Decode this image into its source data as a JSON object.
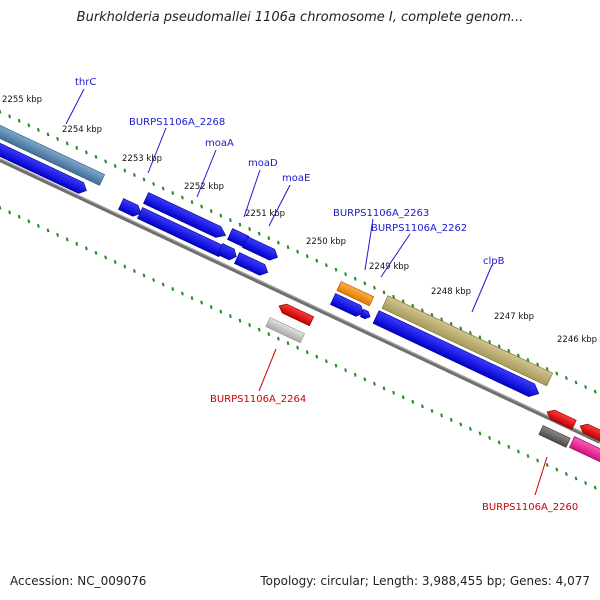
{
  "title": "Burkholderia pseudomallei 1106a chromosome I, complete genom...",
  "accession": "Accession: NC_009076",
  "topology": "Topology: circular; Length: 3,988,455 bp; Genes: 4,077",
  "colors": {
    "forward_label": "#1a1acc",
    "reverse_label": "#cc0000",
    "tick": "#1e8c1e",
    "backbone": "#808080"
  },
  "kbp_labels": [
    "2255 kbp",
    "2254 kbp",
    "2253 kbp",
    "2252 kbp",
    "2251 kbp",
    "2250 kbp",
    "2249 kbp",
    "2248 kbp",
    "2247 kbp",
    "2246 kbp"
  ],
  "gene_labels": {
    "thrC": "thrC",
    "b2268": "BURPS1106A_2268",
    "moaA": "moaA",
    "moaD": "moaD",
    "moaE": "moaE",
    "b2263": "BURPS1106A_2263",
    "b2262": "BURPS1106A_2262",
    "clpB": "clpB",
    "b2264": "BURPS1106A_2264",
    "b2260": "BURPS1106A_2260"
  }
}
